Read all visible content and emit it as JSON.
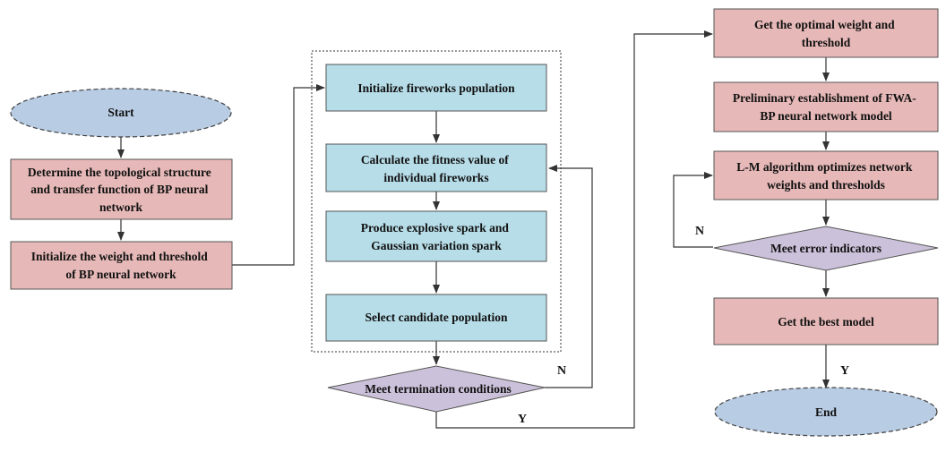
{
  "nodes": {
    "start": "Start",
    "determine_structure": [
      "Determine the topological structure",
      "and transfer function of BP neural",
      "network"
    ],
    "init_weight": [
      "Initialize the weight and threshold",
      "of BP neural network"
    ],
    "init_fireworks": [
      "Initialize fireworks population"
    ],
    "calc_fitness": [
      "Calculate the fitness value of",
      "individual fireworks"
    ],
    "produce_spark": [
      "Produce explosive spark and",
      "Gaussian variation spark"
    ],
    "select_candidate": [
      "Select candidate population"
    ],
    "meet_termination": "Meet termination conditions",
    "optimal_weight": [
      "Get the optimal weight and",
      "threshold"
    ],
    "preliminary_model": [
      "Preliminary establishment of FWA-",
      "BP neural network model"
    ],
    "lm_optimize": [
      "L-M algorithm optimizes network",
      "weights and thresholds"
    ],
    "meet_error": "Meet error indicators",
    "best_model": "Get the best model",
    "end": "End"
  },
  "labels": {
    "termination_no": "N",
    "termination_yes": "Y",
    "error_no": "N",
    "error_yes": "Y"
  },
  "colors": {
    "process_pink": "#e6b9b8",
    "process_blue": "#b7dde8",
    "terminal_oval": "#b8cce4",
    "decision": "#ccc1da"
  }
}
